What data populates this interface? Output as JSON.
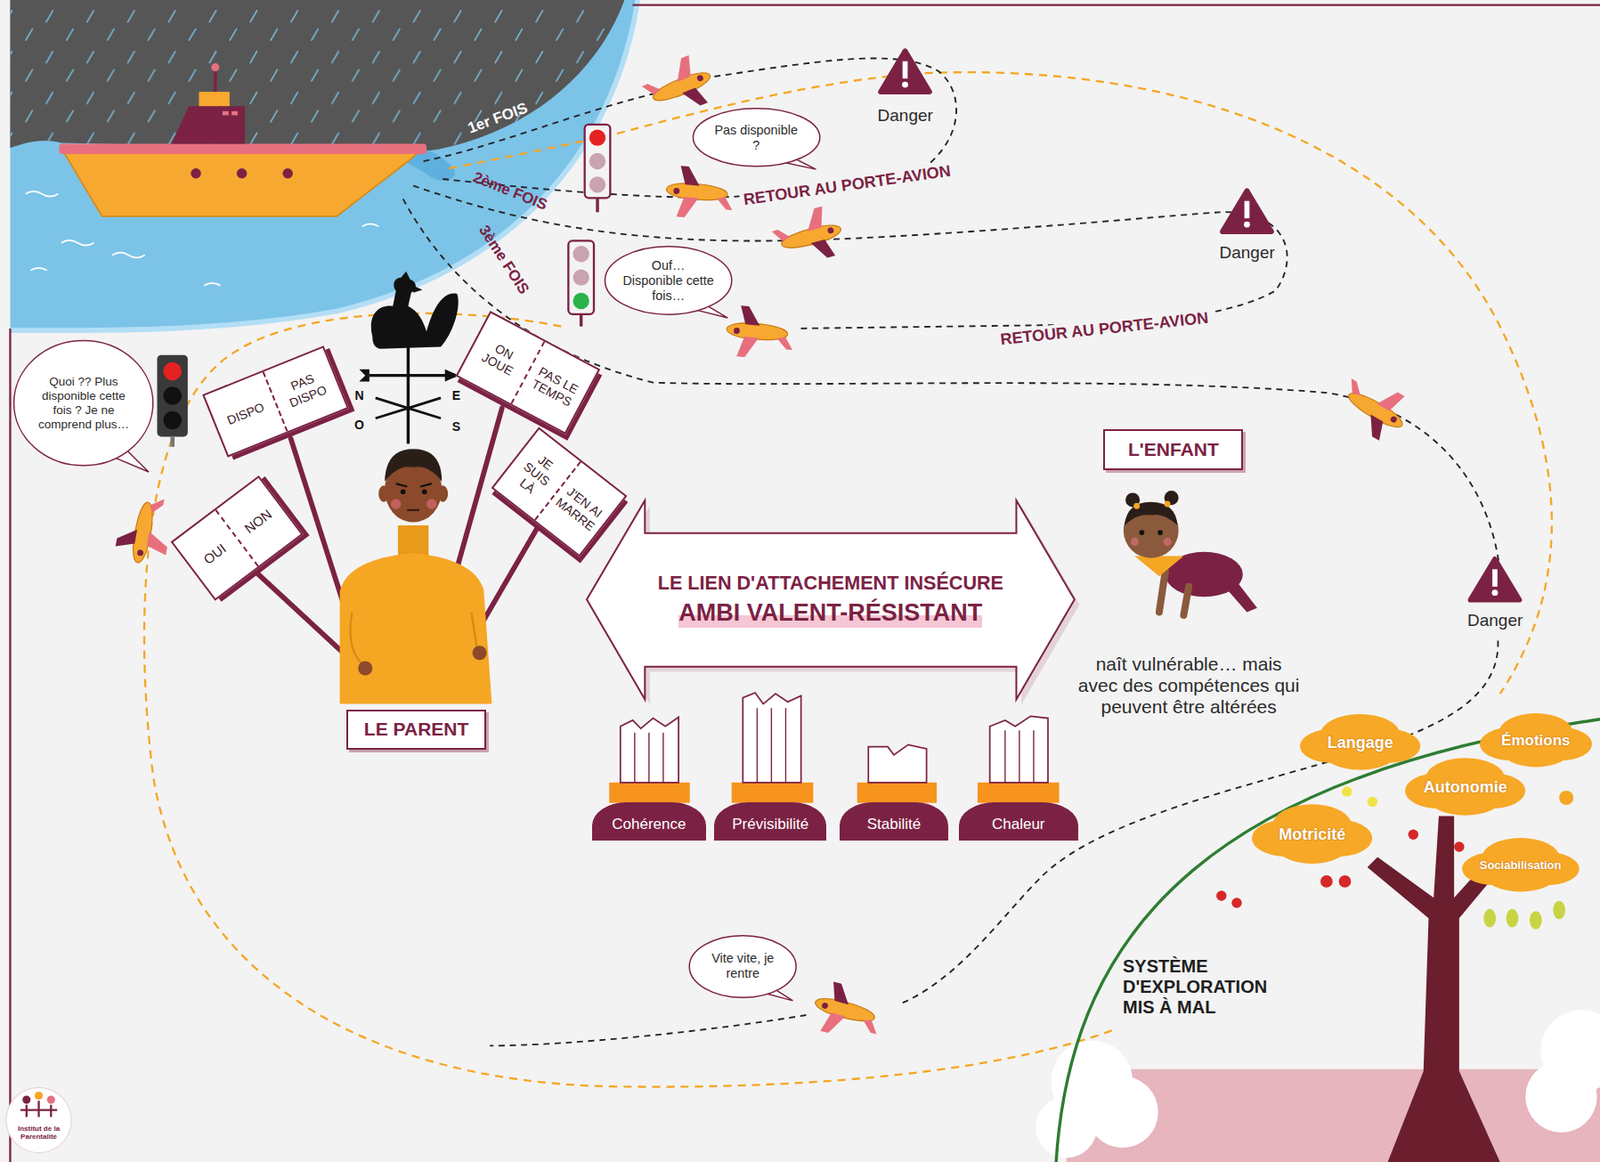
{
  "diagram": {
    "nodes": [
      {
        "text": [
          "Pas disponible ?"
        ]
      },
      {
        "text": [
          "Ouf… Disponible cette fois…"
        ]
      },
      {
        "text": [
          "Quoi ?? Plus disponible cette fois ? Je ne comprend plus…"
        ]
      },
      {
        "text": [
          "DISPO",
          "PAS DISPO"
        ]
      },
      {
        "text": [
          "ON JOUE",
          "PAS LE TEMPS"
        ]
      },
      {
        "text": [
          "L'ENFANT"
        ]
      },
      {
        "text": [
          "OUI",
          "NON"
        ]
      },
      {
        "text": [
          "JE SUIS LÀ",
          "J'EN AI MARRE"
        ]
      },
      {
        "text": [
          "LE LIEN D'ATTACHEMENT INSÉCURE",
          "AMBI VALENT-RÉSISTANT"
        ]
      },
      {
        "text": [
          "LE PARENT"
        ]
      },
      {
        "text": [
          "Cohérence"
        ]
      },
      {
        "text": [
          "Prévisibilité"
        ]
      },
      {
        "text": [
          "Stabilité"
        ]
      },
      {
        "text": [
          "Chaleur"
        ]
      },
      {
        "text": [
          "Langage"
        ]
      },
      {
        "text": [
          "Émotions"
        ]
      },
      {
        "text": [
          "Autonomie"
        ]
      },
      {
        "text": [
          "Motricité"
        ]
      },
      {
        "text": [
          "Sociabilisation"
        ]
      },
      {
        "text": [
          "Vite vite, je rentre"
        ]
      }
    ],
    "labels": [
      "1er FOIS",
      "2ème FOIS",
      "3ème FOIS",
      "Danger",
      "Danger",
      "Danger",
      "RETOUR AU PORTE-AVION",
      "RETOUR AU PORTE-AVION",
      "N",
      "E",
      "O",
      "S",
      "naît vulnérable… mais avec des compétences qui peuvent être altérées",
      "SYSTÈME D'EXPLORATION MIS À MAL",
      "Institut de la Parentalité"
    ]
  }
}
